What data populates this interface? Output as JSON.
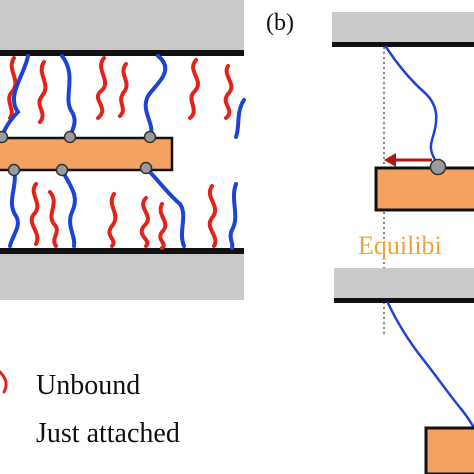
{
  "panel_b_label": "(b)",
  "equilibrium_label": "Equilibi",
  "legend": {
    "items": [
      {
        "label": "Unbound",
        "color": "#e32219"
      },
      {
        "label": "Just attached",
        "color": "#1a44d6"
      }
    ]
  },
  "colors": {
    "plate": "#c9c9c9",
    "plate_edge": "#111111",
    "slab": "#f4a261",
    "bead": "#9a9a9a",
    "unbound_strand": "#e32219",
    "attached_strand": "#1a44d6",
    "arrow": "#b01818",
    "equilibrium_text": "#f0a33a"
  }
}
